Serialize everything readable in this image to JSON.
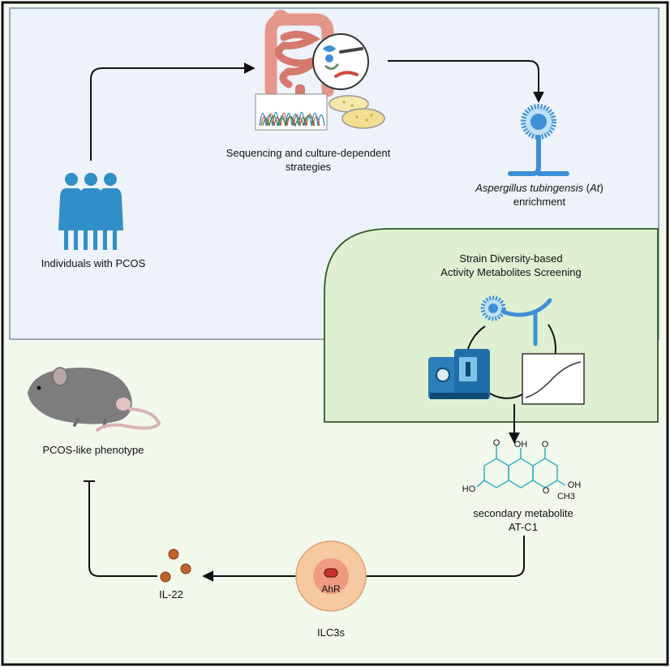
{
  "labels": {
    "sequencing_line1": "Sequencing and culture-dependent",
    "sequencing_line2": "strategies",
    "individuals": "Individuals with PCOS",
    "fungus_name": "Aspergillus tubingensis",
    "fungus_abbr_open": " (",
    "fungus_abbr": "At",
    "fungus_abbr_close": ")",
    "enrichment": "enrichment",
    "screening_line1": "Strain Diversity-based",
    "screening_line2": "Activity Metabolites Screening",
    "phenotype": "PCOS-like phenotype",
    "metabolite_line1": "secondary metabolite",
    "metabolite_line2": "AT-C1",
    "il22": "IL-22",
    "ahr": "AhR",
    "ilc3s": "ILC3s"
  },
  "chem_labels": {
    "methoxy_o": "O",
    "oh_top": "OH",
    "carbonyl_o": "O",
    "ho_left": "HO",
    "oh_right": "OH",
    "ring_o": "O",
    "ch3": "CH3"
  },
  "colors": {
    "top_panel_bg": "#eef2fa",
    "bottom_panel_bg": "#f2f8ec",
    "screening_box_bg": "#dff0d2",
    "screening_box_border": "#2e5a2a",
    "people": "#2f8fc6",
    "intestine": "#e5968b",
    "fungus": "#3d8fd6",
    "mouse": "#7d7d7d",
    "cell_outer": "#f6c9a0",
    "cell_inner": "#ee9b82",
    "il22_dots": "#c0622b",
    "molecule": "#3bb5c4"
  },
  "icons": [
    "people-icon",
    "intestine-icon",
    "chromatogram-icon",
    "petri-dish-icon",
    "fungus-icon",
    "mass-spectrometer-icon",
    "growth-curve-icon",
    "mouse-icon",
    "cell-icon"
  ]
}
